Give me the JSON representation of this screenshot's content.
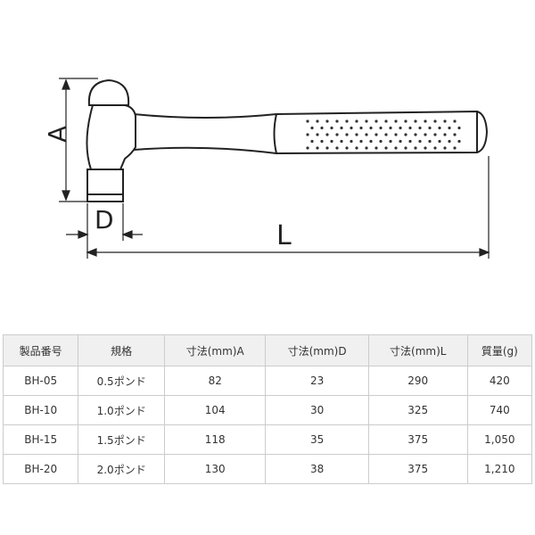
{
  "diagram": {
    "label_a": "A",
    "label_d": "D",
    "label_l": "L"
  },
  "table": {
    "headers": [
      "製品番号",
      "規格",
      "寸法(mm)A",
      "寸法(mm)D",
      "寸法(mm)L",
      "質量(g)"
    ],
    "rows": [
      [
        "BH-05",
        "0.5ポンド",
        "82",
        "23",
        "290",
        "420"
      ],
      [
        "BH-10",
        "1.0ポンド",
        "104",
        "30",
        "325",
        "740"
      ],
      [
        "BH-15",
        "1.5ポンド",
        "118",
        "35",
        "375",
        "1,050"
      ],
      [
        "BH-20",
        "2.0ポンド",
        "130",
        "38",
        "375",
        "1,210"
      ]
    ]
  }
}
